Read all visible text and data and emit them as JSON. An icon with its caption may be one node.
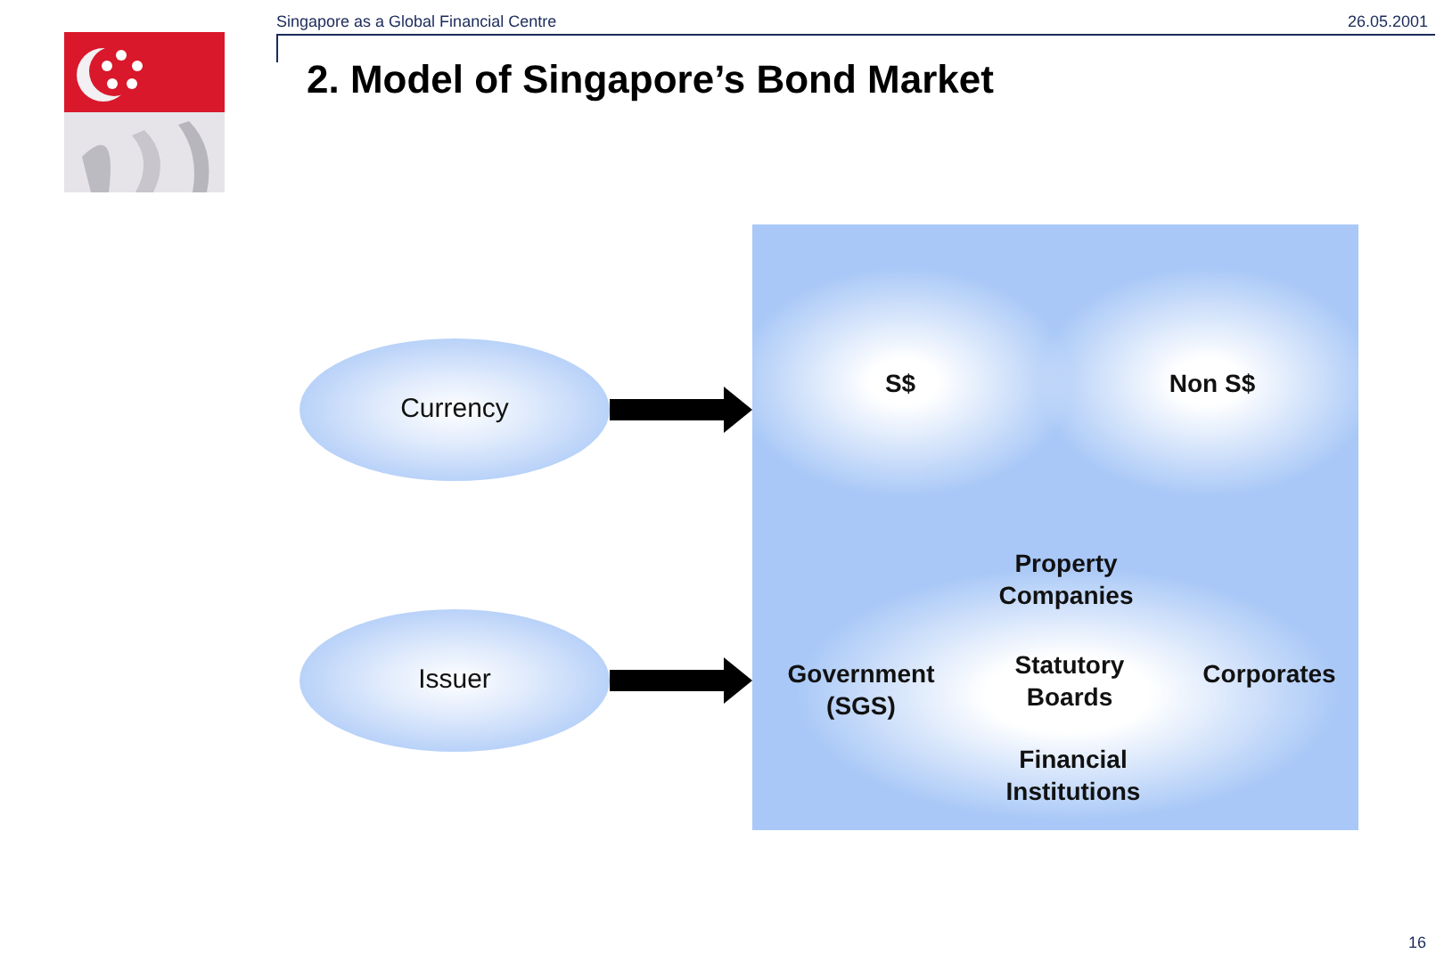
{
  "diagram": {
    "title": "2. Model of Singapore’s Bond Market",
    "nodes": [
      {
        "text": [
          "Currency"
        ]
      },
      {
        "text": [
          "Issuer"
        ]
      },
      {
        "text": [],
        "shape": "box"
      },
      {
        "text": [],
        "shape": "box",
        "in": 2
      },
      {
        "text": [
          "S$"
        ],
        "in": 3
      },
      {
        "text": [
          "Non S$"
        ],
        "in": 3
      },
      {
        "text": [],
        "shape": "box",
        "in": 2
      },
      {
        "text": [
          "Property Companies"
        ],
        "in": 6
      },
      {
        "text": [
          "Government (SGS)"
        ],
        "in": 6
      },
      {
        "text": [
          "Statutory Boards"
        ],
        "in": 6
      },
      {
        "text": [
          "Corporates"
        ],
        "in": 6
      },
      {
        "text": [
          "Financial Institutions"
        ],
        "in": 6
      }
    ],
    "edges": [
      {
        "from": 0,
        "to": 3,
        "arrow": "to"
      },
      {
        "from": 1,
        "to": 6,
        "arrow": "to"
      }
    ],
    "labels": [
      "Singapore as a Global Financial Centre",
      "26.05.2001",
      "16"
    ]
  }
}
